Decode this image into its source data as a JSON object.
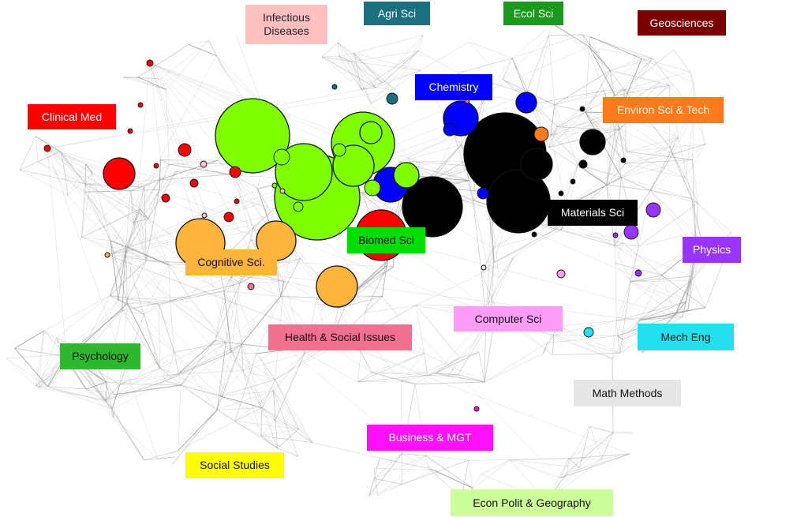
{
  "title": "Science overlay map",
  "colors": {
    "clinical_med": "#ff0000",
    "infectious": "#ffc0c0",
    "agri": "#1b7080",
    "ecol": "#1a9a1a",
    "geo": "#7b0000",
    "chemistry": "#0000ff",
    "environ": "#ff7a1a",
    "materials": "#000000",
    "physics": "#9933ff",
    "mech": "#22e0ee",
    "math": "#e6e6e6",
    "computer": "#ff9cf7",
    "health": "#f07090",
    "psychology": "#2eb82e",
    "business": "#ff11ff",
    "social": "#ffff00",
    "econ": "#ccff99",
    "biomed": "#00dd00",
    "cognitive": "#ffb43a",
    "bubble_green": "#80ff00",
    "bubble_orange": "#ffb43a",
    "edge": "#9a9a9a"
  },
  "categories": [
    {
      "key": "clinical_med",
      "label": "Clinical Med",
      "text_color": "#ffffff"
    },
    {
      "key": "infectious",
      "label": "Infectious Diseases",
      "text_color": "#222222"
    },
    {
      "key": "agri",
      "label": "Agri Sci",
      "text_color": "#ffffff"
    },
    {
      "key": "ecol",
      "label": "Ecol Sci",
      "text_color": "#ffffff"
    },
    {
      "key": "geo",
      "label": "Geosciences",
      "text_color": "#ffffff"
    },
    {
      "key": "chemistry",
      "label": "Chemistry",
      "text_color": "#ffffff"
    },
    {
      "key": "environ",
      "label": "Environ Sci & Tech",
      "text_color": "#ffffff"
    },
    {
      "key": "materials",
      "label": "Materials Sci",
      "text_color": "#ffffff"
    },
    {
      "key": "physics",
      "label": "Physics",
      "text_color": "#ffffff"
    },
    {
      "key": "mech",
      "label": "Mech Eng",
      "text_color": "#111111"
    },
    {
      "key": "math",
      "label": "Math Methods",
      "text_color": "#111111"
    },
    {
      "key": "computer",
      "label": "Computer Sci",
      "text_color": "#111111"
    },
    {
      "key": "health",
      "label": "Health & Social Issues",
      "text_color": "#111111"
    },
    {
      "key": "psychology",
      "label": "Psychology",
      "text_color": "#111111"
    },
    {
      "key": "business",
      "label": "Business & MGT",
      "text_color": "#ffffff"
    },
    {
      "key": "social",
      "label": "Social Studies",
      "text_color": "#111111"
    },
    {
      "key": "econ",
      "label": "Econ Polit & Geography",
      "text_color": "#111111"
    },
    {
      "key": "biomed",
      "label": "Biomed Sci",
      "text_color": "#111111"
    },
    {
      "key": "cognitive",
      "label": "Cognitive Sci.",
      "text_color": "#111111"
    }
  ]
}
